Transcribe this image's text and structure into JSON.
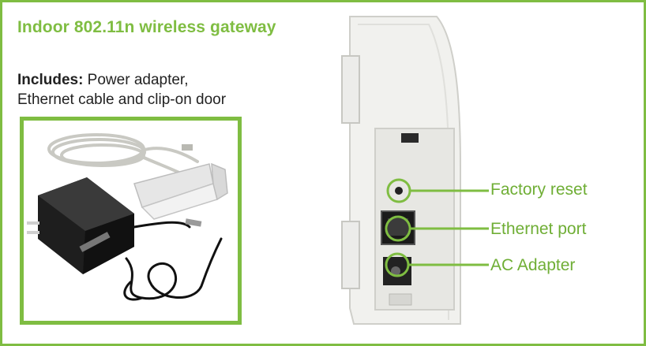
{
  "header": {
    "title": "Indoor 802.11n wireless gateway"
  },
  "includes": {
    "lead": "Includes:",
    "line1": " Power adapter,",
    "line2": "Ethernet cable and clip-on door"
  },
  "callouts": {
    "factory_reset": "Factory reset",
    "ethernet_port": "Ethernet port",
    "ac_adapter": "AC Adapter"
  },
  "colors": {
    "accent": "#7fbd42",
    "text": "#222222"
  }
}
